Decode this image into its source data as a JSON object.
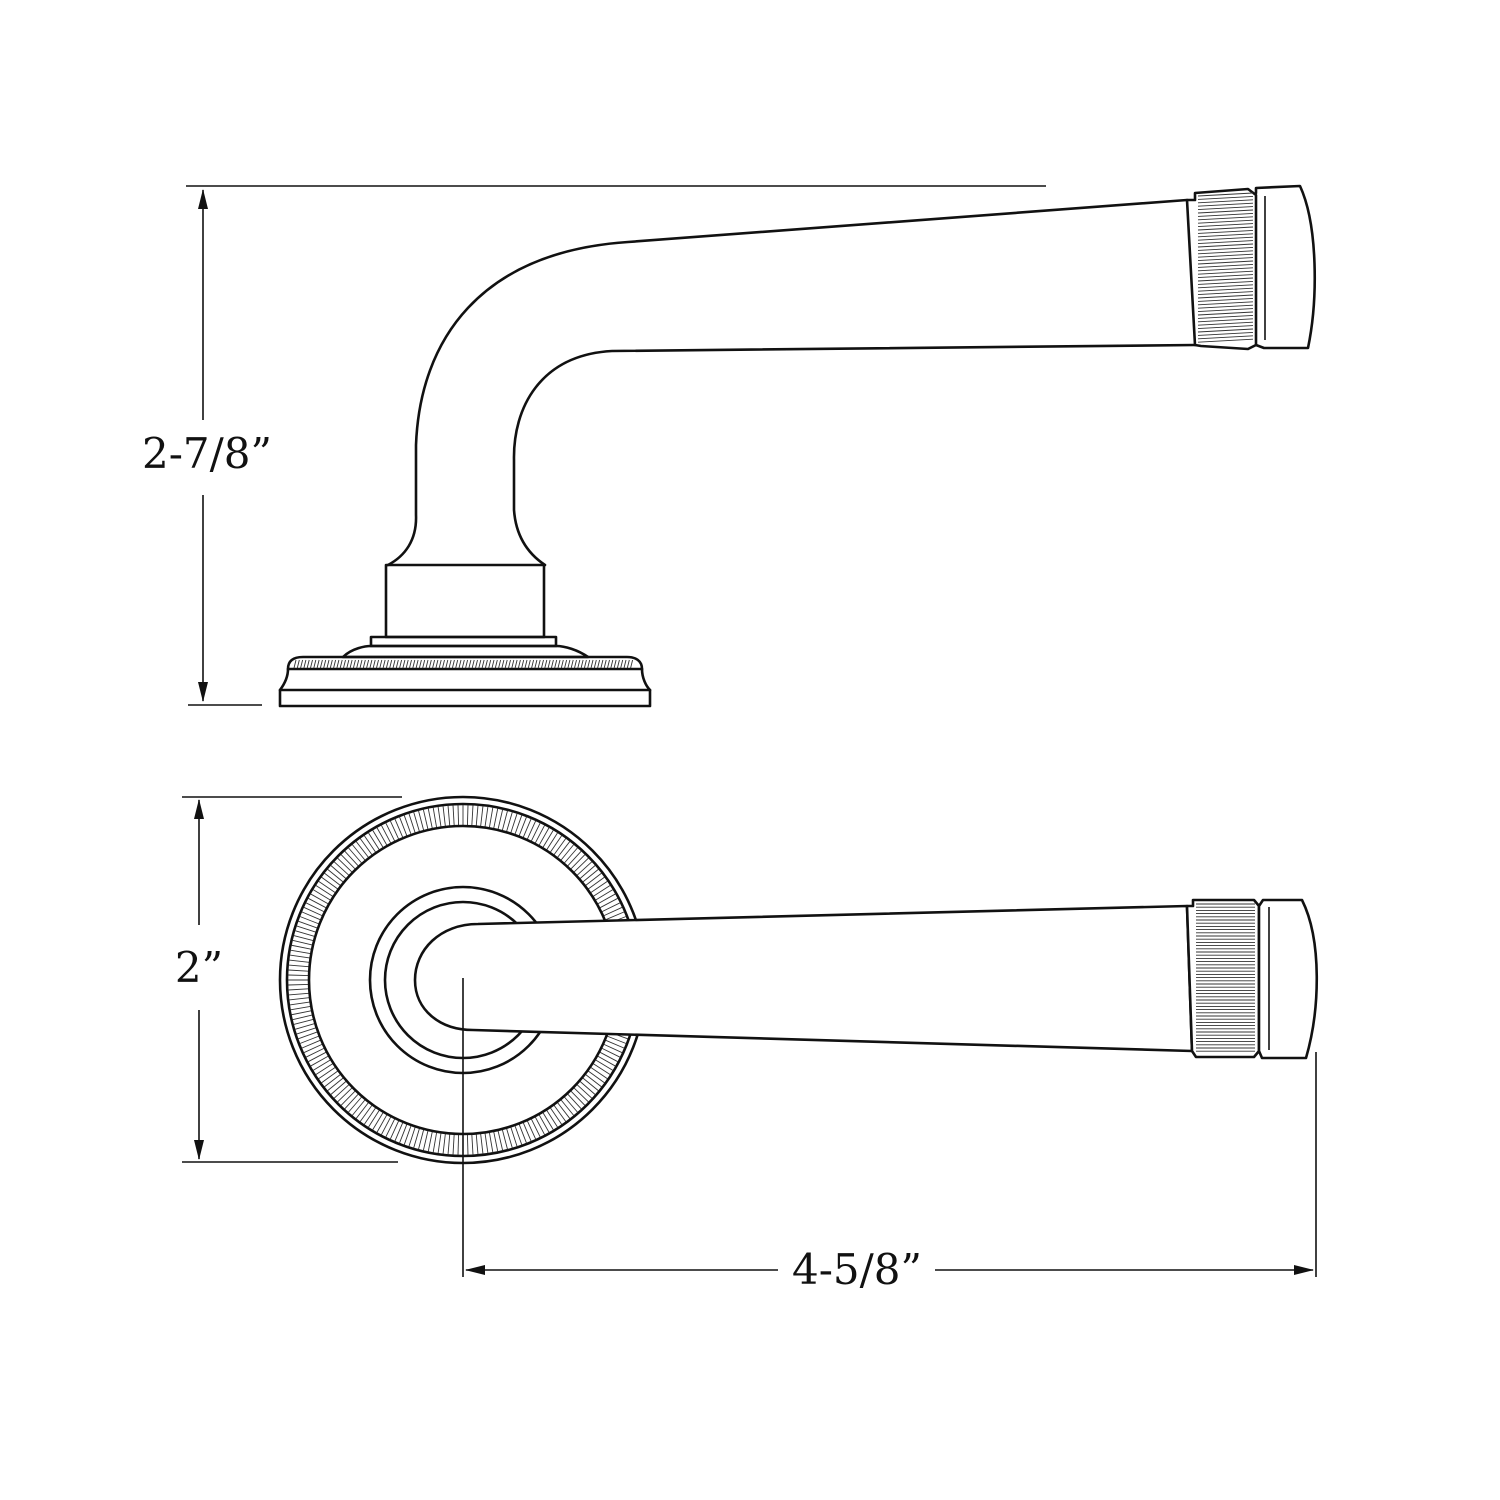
{
  "dimensions": {
    "height_side": "2-7/8”",
    "rose_diameter": "2”",
    "lever_length": "4-5/8”"
  },
  "colors": {
    "line": "#111111",
    "background": "#ffffff"
  }
}
